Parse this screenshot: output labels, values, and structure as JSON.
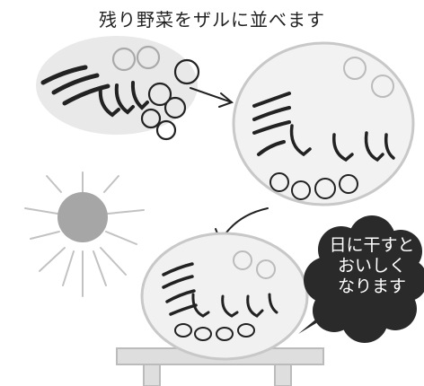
{
  "title": "残り野菜をザルに並べます",
  "bubble": {
    "lines": [
      "日に干すと",
      "おいしく",
      "なります"
    ]
  },
  "colors": {
    "ink": "#222222",
    "crayon_gray": "#b8b8b8",
    "bubble_fill": "#2a2a2a",
    "sun": "#999999"
  },
  "icons": [
    "vegetables",
    "arrow",
    "colander",
    "sun",
    "speech-bubble",
    "table"
  ]
}
